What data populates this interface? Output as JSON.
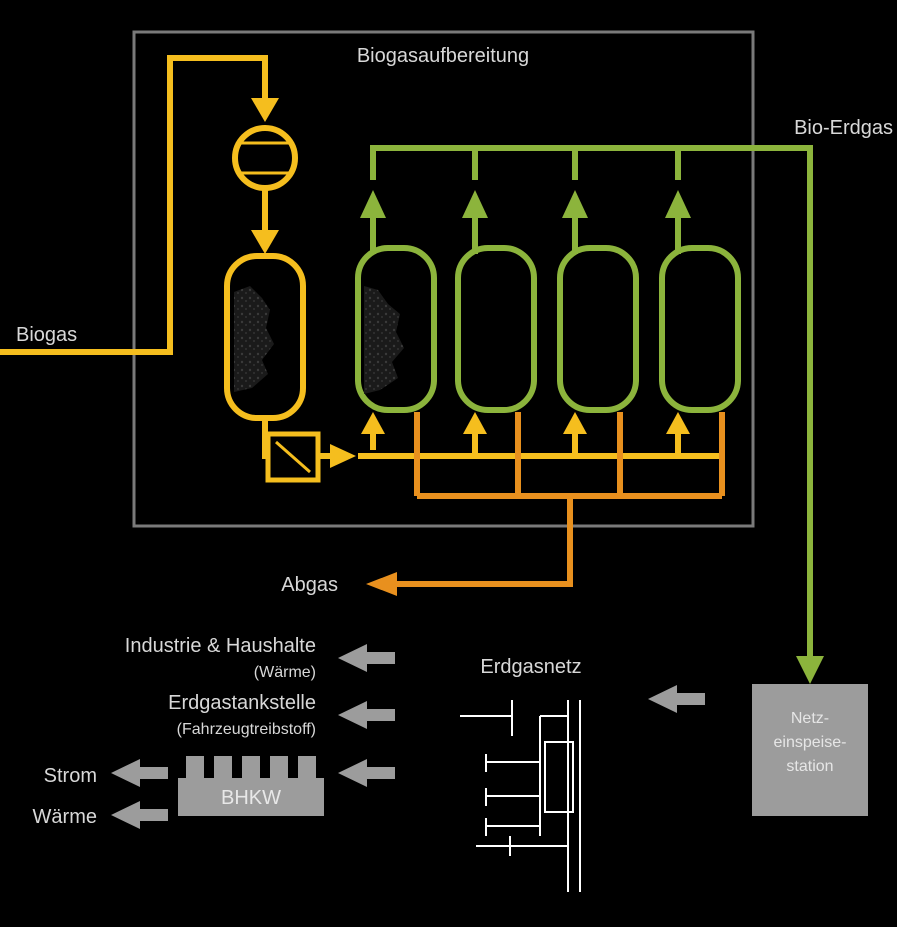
{
  "labels": {
    "biogasaufbereitung": "Biogasaufbereitung",
    "bio_erdgas": "Bio-Erdgas",
    "biogas": "Biogas",
    "abgas": "Abgas",
    "industrie": "Industrie & Haushalte",
    "waerme_paren": "(Wärme)",
    "tankstelle": "Erdgastankstelle",
    "fahrzeug_paren": "(Fahrzeugtreibstoff)",
    "strom": "Strom",
    "waerme": "Wärme",
    "bhkw": "BHKW",
    "erdgasnetz": "Erdgasnetz",
    "netz_line1": "Netz-",
    "netz_line2": "einspeise-",
    "netz_line3": "station"
  },
  "colors": {
    "yellow": "#F5BE1E",
    "green": "#8CB43C",
    "orange": "#E8901E",
    "gray": "#9C9C9C",
    "frame": "#7A7A7A",
    "text": "#D8D8D8"
  }
}
